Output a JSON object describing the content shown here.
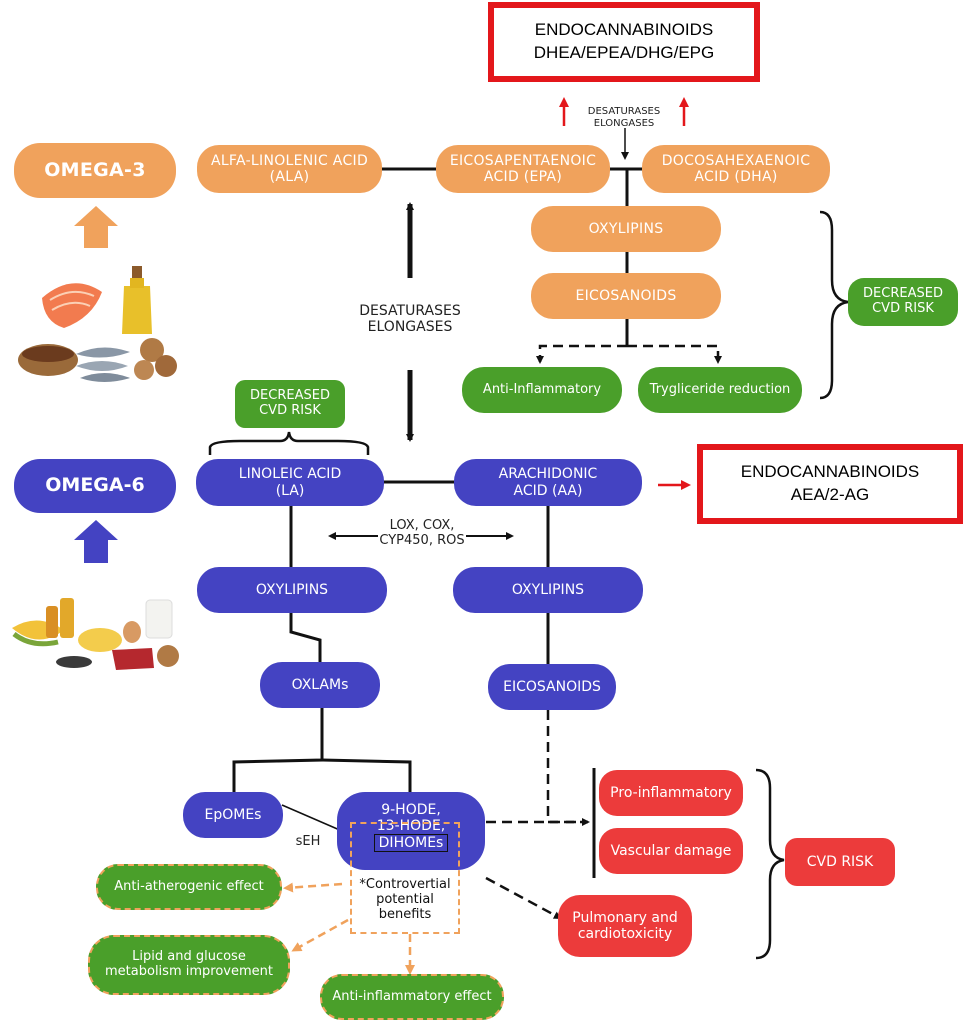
{
  "diagram": {
    "endocannabinoids_top": {
      "line1": "ENDOCANNABINOIDS",
      "line2": "DHEA/EPEA/DHG/EPG"
    },
    "endocannabinoids_right": {
      "line1": "ENDOCANNABINOIDS",
      "line2": "AEA/2-AG"
    },
    "omega3": "OMEGA-3",
    "omega6": "OMEGA-6",
    "ala": {
      "line1": "ALFA-LINOLENIC ACID",
      "line2": "(ALA)"
    },
    "epa": {
      "line1": "EICOSAPENTAENOIC",
      "line2": "ACID (EPA)"
    },
    "dha": {
      "line1": "DOCOSAHEXAENOIC",
      "line2": "ACID (DHA)"
    },
    "desat_small": {
      "line1": "DESATURASES",
      "line2": "ELONGASES"
    },
    "desat_mid": {
      "line1": "DESATURASES",
      "line2": "ELONGASES"
    },
    "oxylipins": "OXYLIPINS",
    "eicosanoids": "EICOSANOIDS",
    "decreased_cvd_risk": {
      "line1": "DECREASED",
      "line2": "CVD RISK"
    },
    "anti_inflammatory": "Anti-Inflammatory",
    "tryglyceride": "Trygliceride reduction",
    "la": {
      "line1": "LINOLEIC ACID",
      "line2": "(LA)"
    },
    "aa": {
      "line1": "ARACHIDONIC",
      "line2": "ACID (AA)"
    },
    "lox": {
      "line1": "LOX, COX,",
      "line2": "CYP450, ROS"
    },
    "oxlams": "OXLAMs",
    "epomes": "EpOMEs",
    "seh": "sEH",
    "hode": {
      "line1": "9-HODE,",
      "line2": "13-HODE,",
      "line3": "DIHOMEs"
    },
    "controversial": {
      "line1": "*Controvertial",
      "line2": "potential",
      "line3": "benefits"
    },
    "pro_inflammatory": "Pro-inflammatory",
    "vascular_damage": "Vascular damage",
    "pulmonary": {
      "line1": "Pulmonary and",
      "line2": "cardiotoxicity"
    },
    "cvd_risk": "CVD RISK",
    "anti_atherogenic": "Anti-atherogenic effect",
    "lipid_glucose": {
      "line1": "Lipid and glucose",
      "line2": "metabolism improvement"
    },
    "anti_inflammatory_effect": "Anti-inflammatory effect"
  },
  "colors": {
    "omega3": "#f0a25c",
    "omega6": "#4443c2",
    "positive": "#4a9f2a",
    "risk": "#ec3b3b",
    "endocannabinoid_border": "#e3171b"
  },
  "icons": [
    "omega3-food-illustration",
    "omega6-food-illustration"
  ]
}
